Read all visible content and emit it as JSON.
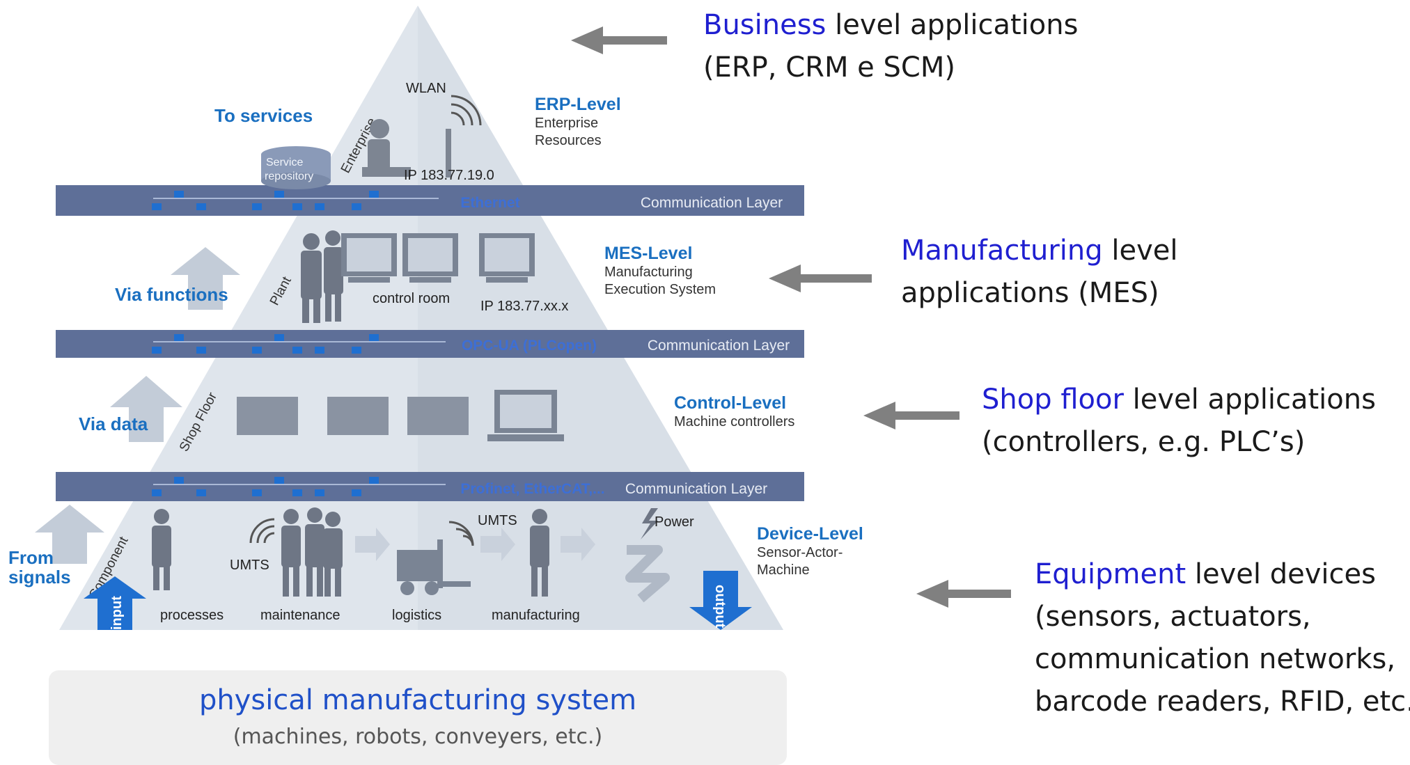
{
  "callouts": {
    "business": {
      "keyword": "Business",
      "rest": " level applications",
      "line2": "(ERP, CRM e SCM)"
    },
    "manufacturing": {
      "keyword": "Manufacturing",
      "rest": " level",
      "line2": "applications (MES)"
    },
    "shopfloor": {
      "keyword": "Shop floor",
      "rest": " level applications",
      "line2": "(controllers, e.g. PLC’s)"
    },
    "equipment": {
      "keyword": "Equipment",
      "rest": " level devices",
      "line2": "(sensors, actuators,",
      "line3": "communication networks,",
      "line4": "barcode readers, RFID, etc.)"
    }
  },
  "physical_system": {
    "title": "physical manufacturing system",
    "subtitle": "(machines, robots, conveyers, etc.)"
  },
  "pyramid": {
    "erp": {
      "title": "ERP-Level",
      "line1": "Enterprise",
      "line2": "Resources"
    },
    "mes": {
      "title": "MES-Level",
      "line1": "Manufacturing",
      "line2": "Execution System"
    },
    "control": {
      "title": "Control-Level",
      "line1": "Machine controllers"
    },
    "device": {
      "title": "Device-Level",
      "line1": "Sensor-Actor-",
      "line2": "Machine"
    },
    "bands": [
      {
        "protocol": "Ethernet",
        "layer": "Communication Layer"
      },
      {
        "protocol": "OPC-UA (PLCopen)",
        "layer": "Communication Layer"
      },
      {
        "protocol": "Profinet, EtherCAT,...",
        "layer": "Communication Layer"
      }
    ],
    "side": {
      "services": "To services",
      "functions": "Via functions",
      "data": "Via data",
      "signals1": "From",
      "signals2": "signals"
    },
    "rotated": {
      "enterprise": "Enterprise",
      "plant": "Plant",
      "shopfloor": "Shop Floor",
      "component": "Component"
    },
    "labels": {
      "wlan": "WLAN",
      "service1": "Service",
      "service2": "repository",
      "ip_erp": "IP 183.77.19.0",
      "control_room": "control room",
      "ip_mes": "IP 183.77.xx.x",
      "umts1": "UMTS",
      "umts2": "UMTS",
      "power": "Power",
      "processes": "processes",
      "maintenance": "maintenance",
      "logistics": "logistics",
      "manufacturing": "manufacturing",
      "input": "input",
      "output": "output"
    }
  },
  "colors": {
    "keyword_blue": "#1f1fd0",
    "diagram_blue": "#1a6fc0",
    "band": "#5e6f98",
    "pyramid": "#dfe5ec"
  }
}
